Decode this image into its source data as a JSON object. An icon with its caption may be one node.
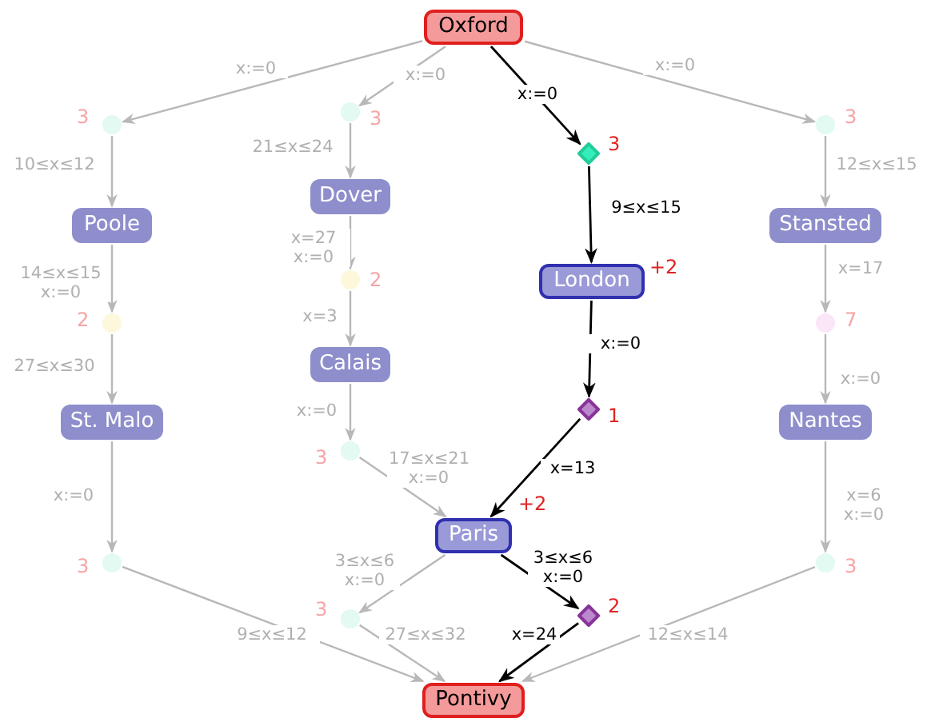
{
  "diagram": {
    "nodes": [
      {
        "text": [
          "Oxford"
        ]
      },
      {
        "text": [],
        "shape": "circle",
        "beside": [
          "3"
        ]
      },
      {
        "text": [
          "Poole"
        ]
      },
      {
        "text": [],
        "shape": "circle",
        "beside": [
          "2"
        ]
      },
      {
        "text": [
          "St. Malo"
        ]
      },
      {
        "text": [],
        "shape": "circle",
        "beside": [
          "3"
        ]
      },
      {
        "text": [],
        "shape": "circle",
        "beside": [
          "3"
        ]
      },
      {
        "text": [
          "Dover"
        ]
      },
      {
        "text": [],
        "shape": "circle",
        "beside": [
          "2"
        ]
      },
      {
        "text": [
          "Calais"
        ]
      },
      {
        "text": [],
        "shape": "circle",
        "beside": [
          "3"
        ]
      },
      {
        "text": [],
        "shape": "diamond",
        "beside": [
          "3"
        ]
      },
      {
        "text": [
          "London"
        ],
        "beside": [
          "+2"
        ]
      },
      {
        "text": [],
        "shape": "diamond",
        "beside": [
          "1"
        ]
      },
      {
        "text": [
          "Paris"
        ],
        "beside": [
          "+2"
        ]
      },
      {
        "text": [],
        "shape": "circle",
        "beside": [
          "3"
        ]
      },
      {
        "text": [],
        "shape": "diamond",
        "beside": [
          "2"
        ]
      },
      {
        "text": [
          "Pontivy"
        ]
      },
      {
        "text": [],
        "shape": "circle",
        "beside": [
          "3"
        ]
      },
      {
        "text": [
          "Stansted"
        ]
      },
      {
        "text": [],
        "shape": "circle",
        "beside": [
          "7"
        ]
      },
      {
        "text": [
          "Nantes"
        ]
      },
      {
        "text": [],
        "shape": "circle",
        "beside": [
          "3"
        ]
      }
    ],
    "edges": [
      {
        "from": 0,
        "to": 1,
        "arrow": "to",
        "label": "x:=0"
      },
      {
        "from": 0,
        "to": 6,
        "arrow": "to",
        "label": "x:=0"
      },
      {
        "from": 0,
        "to": 11,
        "arrow": "to",
        "label": "x:=0",
        "color": "#000000"
      },
      {
        "from": 0,
        "to": 18,
        "arrow": "to",
        "label": "x:=0"
      },
      {
        "from": 1,
        "to": 2,
        "arrow": "to",
        "label": "10≤x≤12"
      },
      {
        "from": 2,
        "to": 3,
        "arrow": "to",
        "label": "14≤x≤15 x:=0"
      },
      {
        "from": 3,
        "to": 4,
        "arrow": "to",
        "label": "27≤x≤30"
      },
      {
        "from": 4,
        "to": 5,
        "arrow": "to",
        "label": "x:=0"
      },
      {
        "from": 5,
        "to": 17,
        "arrow": "to",
        "label": "9≤x≤12"
      },
      {
        "from": 6,
        "to": 7,
        "arrow": "to",
        "label": "21≤x≤24"
      },
      {
        "from": 7,
        "to": 8,
        "arrow": "to",
        "label": "x=27 x:=0"
      },
      {
        "from": 8,
        "to": 9,
        "arrow": "to",
        "label": "x=3"
      },
      {
        "from": 9,
        "to": 10,
        "arrow": "to",
        "label": "x:=0"
      },
      {
        "from": 10,
        "to": 14,
        "arrow": "to",
        "label": "17≤x≤21 x:=0"
      },
      {
        "from": 14,
        "to": 15,
        "arrow": "to",
        "label": "3≤x≤6 x:=0"
      },
      {
        "from": 15,
        "to": 17,
        "arrow": "to",
        "label": "27≤x≤32"
      },
      {
        "from": 11,
        "to": 12,
        "arrow": "to",
        "label": "9≤x≤15",
        "color": "#000000"
      },
      {
        "from": 12,
        "to": 13,
        "arrow": "to",
        "label": "x:=0",
        "color": "#000000"
      },
      {
        "from": 13,
        "to": 14,
        "arrow": "to",
        "label": "x=13",
        "color": "#000000"
      },
      {
        "from": 14,
        "to": 16,
        "arrow": "to",
        "label": "3≤x≤6 x:=0",
        "color": "#000000"
      },
      {
        "from": 16,
        "to": 17,
        "arrow": "to",
        "label": "x=24",
        "color": "#000000"
      },
      {
        "from": 18,
        "to": 19,
        "arrow": "to",
        "label": "12≤x≤15"
      },
      {
        "from": 19,
        "to": 20,
        "arrow": "to",
        "label": "x=17"
      },
      {
        "from": 20,
        "to": 21,
        "arrow": "to",
        "label": "x:=0"
      },
      {
        "from": 21,
        "to": 22,
        "arrow": "to",
        "label": "x=6 x:=0"
      },
      {
        "from": 22,
        "to": 17,
        "arrow": "to",
        "label": "12≤x≤14"
      }
    ]
  }
}
